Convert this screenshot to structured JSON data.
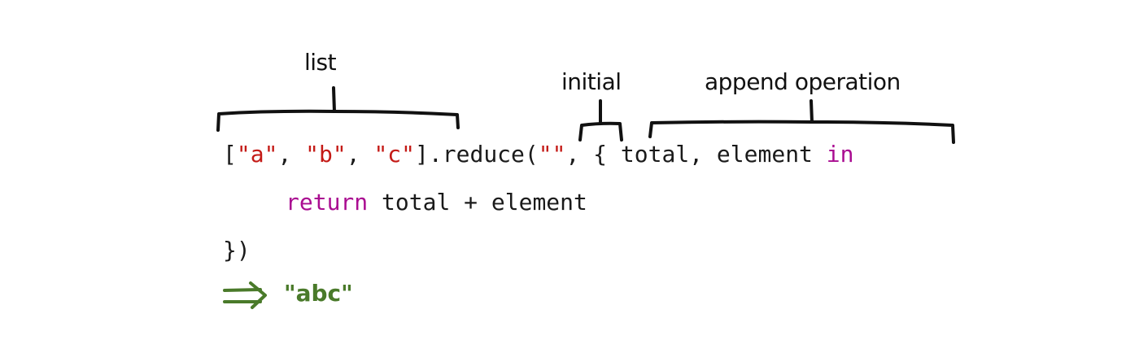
{
  "annotations": {
    "list_label": "list",
    "initial_label": "initial",
    "append_label": "append operation"
  },
  "code": {
    "open_bracket": "[",
    "str_a": "\"a\"",
    "comma1": ", ",
    "str_b": "\"b\"",
    "comma2": ", ",
    "str_c": "\"c\"",
    "close_bracket_reduce": "].reduce(",
    "str_empty": "\"\"",
    "after_initial": ", { total, element ",
    "kw_in": "in",
    "kw_return": "return",
    "return_expr": " total + element",
    "closing": "})"
  },
  "result": {
    "arrow": "⟹",
    "value": "\"abc\""
  },
  "colors": {
    "string": "#c41a16",
    "keyword": "#aa0d91",
    "result": "#4a7a2a",
    "text": "#1a1a1a"
  }
}
